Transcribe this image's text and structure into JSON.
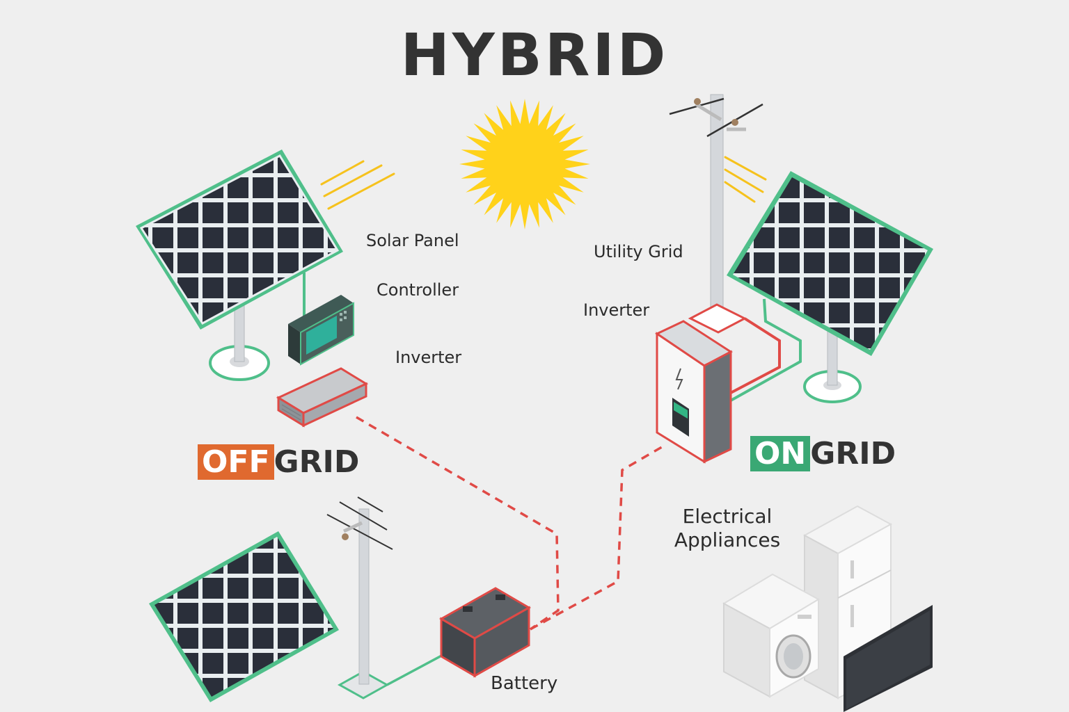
{
  "title": "HYBRID",
  "labels": {
    "solar_panel": "Solar Panel",
    "controller": "Controller",
    "inverter_left": "Inverter",
    "utility_grid": "Utility Grid",
    "inverter_right": "Inverter",
    "appliances_line1": "Electrical",
    "appliances_line2": "Appliances",
    "battery": "Battery"
  },
  "modes": {
    "off": {
      "tag": "OFF",
      "word": "GRID",
      "tag_color": "#e0692f"
    },
    "on": {
      "tag": "ON",
      "word": "GRID",
      "tag_color": "#3aa874"
    }
  },
  "colors": {
    "panel_frame": "#4fbf8a",
    "panel_cell": "#2a2f3a",
    "wire_red": "#e04a46",
    "sun": "#ffd21a",
    "text": "#333333"
  },
  "icons": [
    "sun-icon",
    "solar-panel-icon",
    "controller-icon",
    "inverter-icon",
    "utility-pole-icon",
    "battery-icon",
    "washing-machine-icon",
    "refrigerator-icon",
    "tv-icon"
  ]
}
